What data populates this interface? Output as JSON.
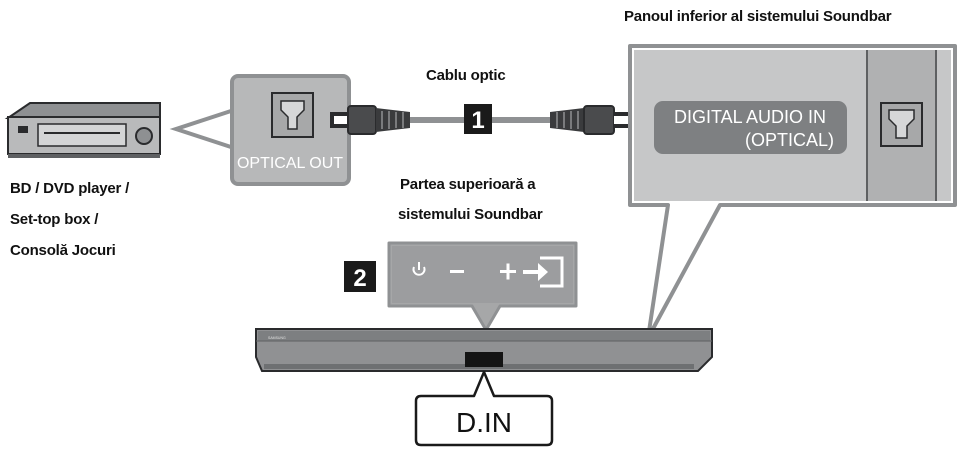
{
  "labels": {
    "bottom_panel": "Panoul inferior al sistemului Soundbar",
    "cable": "Cablu optic",
    "device_line1": "BD / DVD player /",
    "device_line2": "Set-top box /",
    "device_line3": "Consolă Jocuri",
    "top_side_line1": "Partea superioară a",
    "top_side_line2": "sistemului Soundbar"
  },
  "ports": {
    "optical_out": "OPTICAL OUT",
    "digital_in_line1": "DIGITAL AUDIO IN",
    "digital_in_line2": "(OPTICAL)"
  },
  "steps": {
    "step1": "1",
    "step2": "2"
  },
  "display": {
    "readout": "D.IN"
  },
  "soundbar": {
    "brand": "SAMSUNG"
  },
  "icons": {
    "power": "power-icon",
    "volume_down": "minus-icon",
    "volume_up": "plus-icon",
    "source": "source-input-icon"
  },
  "colors": {
    "panel_gray": "#8f9193",
    "panel_light": "#c9cacb",
    "outline": "#6f7173",
    "dark": "#2a2b2d",
    "step_bg": "#1a1a1a"
  }
}
